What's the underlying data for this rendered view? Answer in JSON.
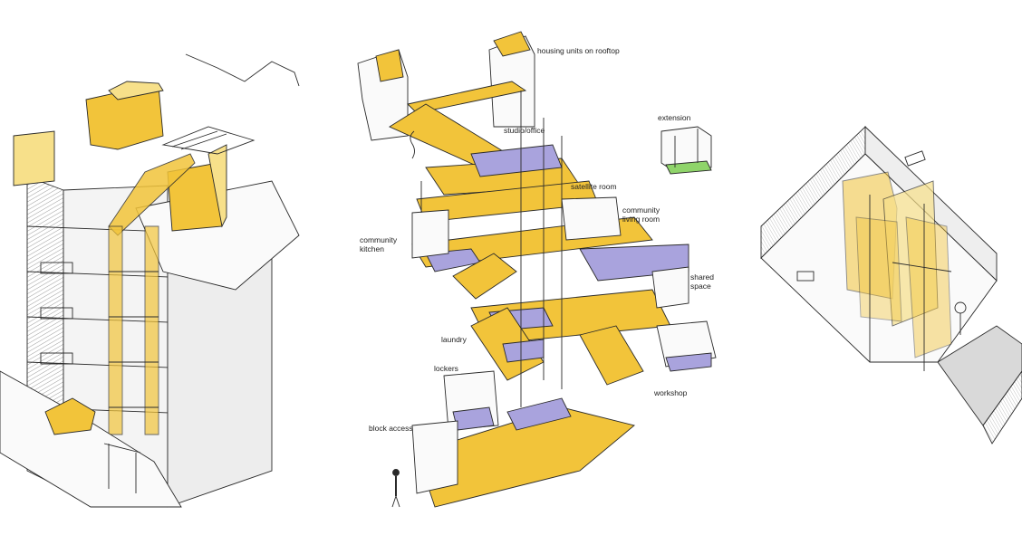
{
  "colors": {
    "ink": "#2a2a2a",
    "yellow": "#f2c43a",
    "yellow_light": "#f7e08a",
    "lavender": "#a9a3dd",
    "green": "#8fd46a",
    "grey_hatch": "#bdbdbd"
  },
  "labels": {
    "housing": "housing units on rooftop",
    "studio": "studio/office",
    "extension": "extension",
    "satellite": "satellite room",
    "community_living_1": "community",
    "community_living_2": "living room",
    "community_kitchen_1": "community",
    "community_kitchen_2": "kitchen",
    "shared_1": "shared",
    "shared_2": "space",
    "laundry": "laundry",
    "lockers": "lockers",
    "workshop": "workshop",
    "block_access": "block access"
  }
}
